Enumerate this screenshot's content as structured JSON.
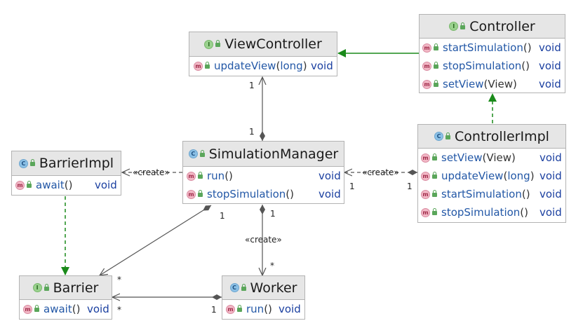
{
  "classes": {
    "view_controller": {
      "name": "ViewController",
      "kind": "I",
      "kind_icon": "interface-icon",
      "methods": [
        {
          "name": "updateView",
          "params": "long",
          "ret": "void"
        }
      ]
    },
    "controller": {
      "name": "Controller",
      "kind": "I",
      "kind_icon": "interface-icon",
      "methods": [
        {
          "name": "startSimulation",
          "params": "",
          "ret": "void"
        },
        {
          "name": "stopSimulation",
          "params": "",
          "ret": "void"
        },
        {
          "name": "setView",
          "params": "View",
          "ret": "void"
        }
      ]
    },
    "controller_impl": {
      "name": "ControllerImpl",
      "kind": "C",
      "kind_icon": "class-icon",
      "methods": [
        {
          "name": "setView",
          "params": "View",
          "ret": "void"
        },
        {
          "name": "updateView",
          "params": "long",
          "ret": "void"
        },
        {
          "name": "startSimulation",
          "params": "",
          "ret": "void"
        },
        {
          "name": "stopSimulation",
          "params": "",
          "ret": "void"
        }
      ]
    },
    "simulation_manager": {
      "name": "SimulationManager",
      "kind": "C",
      "kind_icon": "class-icon",
      "methods": [
        {
          "name": "run",
          "params": "",
          "ret": "void"
        },
        {
          "name": "stopSimulation",
          "params": "",
          "ret": "void"
        }
      ]
    },
    "barrier_impl": {
      "name": "BarrierImpl",
      "kind": "C",
      "kind_icon": "class-icon",
      "methods": [
        {
          "name": "await",
          "params": "",
          "ret": "void"
        }
      ]
    },
    "barrier": {
      "name": "Barrier",
      "kind": "I",
      "kind_icon": "interface-icon",
      "methods": [
        {
          "name": "await",
          "params": "",
          "ret": "void"
        }
      ]
    },
    "worker": {
      "name": "Worker",
      "kind": "C",
      "kind_icon": "class-icon",
      "methods": [
        {
          "name": "run",
          "params": "",
          "ret": "void"
        }
      ]
    }
  },
  "method_badge": "m",
  "method_icon": "method-icon",
  "visibility_icon": "public-lock-icon",
  "relations": {
    "create_label": "«create»",
    "viewcontroller_manager": {
      "from_mult": "1",
      "to_mult": "1"
    },
    "manager_controllerimpl": {
      "from_mult": "1",
      "to_mult": "1"
    },
    "manager_barrier": {
      "from_mult": "1",
      "to_mult": "*"
    },
    "manager_worker": {
      "from_mult": "1",
      "to_mult": "*"
    },
    "worker_barrier": {
      "from_mult": "1",
      "to_mult": "*"
    }
  },
  "colors": {
    "header_bg": "#e6e6e6",
    "border": "#b3b3b3",
    "method_name": "#2257a6",
    "return_type": "#1a3fa0",
    "realization": "#1a8a1a",
    "association": "#555555"
  }
}
